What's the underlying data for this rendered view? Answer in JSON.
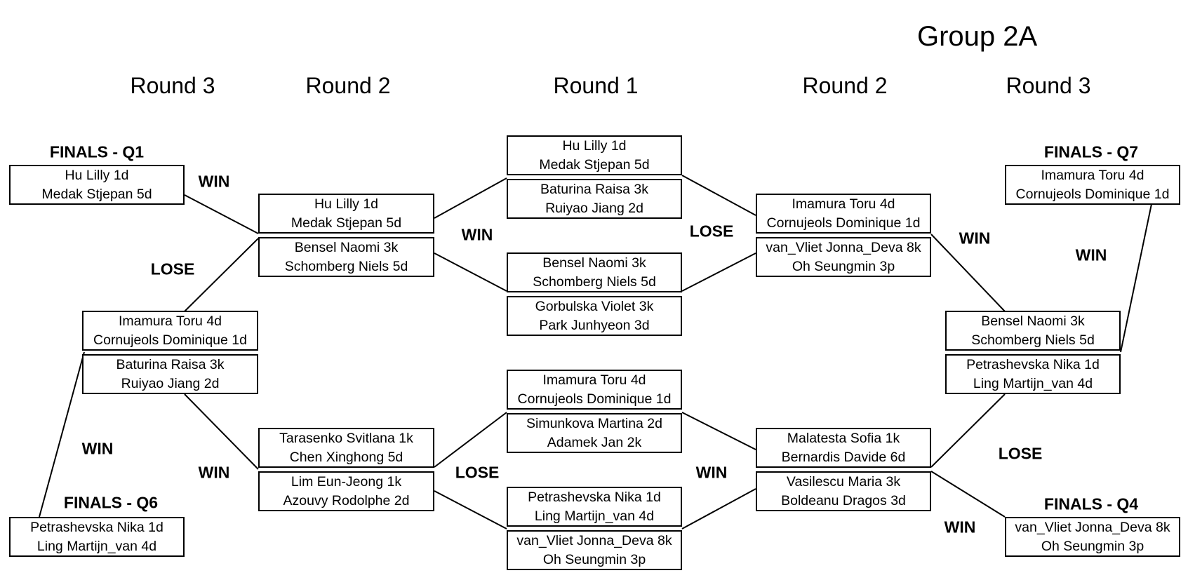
{
  "title": "Group 2A",
  "rounds": {
    "left_r3": "Round 3",
    "left_r2": "Round 2",
    "center_r1": "Round 1",
    "right_r2": "Round 2",
    "right_r3": "Round 3"
  },
  "finals": {
    "q1": "FINALS - Q1",
    "q6": "FINALS - Q6",
    "q7": "FINALS - Q7",
    "q4": "FINALS - Q4"
  },
  "results": {
    "win": "WIN",
    "lose": "LOSE"
  },
  "teams": {
    "f_q1": [
      "Hu Lilly 1d",
      "Medak Stjepan 5d"
    ],
    "f_q6": [
      "Petrashevska Nika 1d",
      "Ling Martijn_van 4d"
    ],
    "f_q7": [
      "Imamura Toru 4d",
      "Cornujeols Dominique 1d"
    ],
    "f_q4": [
      "van_Vliet Jonna_Deva 8k",
      "Oh Seungmin 3p"
    ],
    "l3_a": [
      "Imamura Toru 4d",
      "Cornujeols Dominique 1d"
    ],
    "l3_b": [
      "Baturina Raisa 3k",
      "Ruiyao Jiang 2d"
    ],
    "l2_a": [
      "Hu Lilly 1d",
      "Medak Stjepan 5d"
    ],
    "l2_b": [
      "Bensel Naomi 3k",
      "Schomberg Niels 5d"
    ],
    "l2_c": [
      "Tarasenko Svitlana 1k",
      "Chen Xinghong 5d"
    ],
    "l2_d": [
      "Lim Eun-Jeong 1k",
      "Azouvy Rodolphe 2d"
    ],
    "r1_1": [
      "Hu Lilly 1d",
      "Medak Stjepan 5d"
    ],
    "r1_2": [
      "Baturina Raisa 3k",
      "Ruiyao Jiang 2d"
    ],
    "r1_3": [
      "Bensel Naomi 3k",
      "Schomberg Niels 5d"
    ],
    "r1_4": [
      "Gorbulska Violet 3k",
      "Park Junhyeon 3d"
    ],
    "r1_5": [
      "Imamura Toru 4d",
      "Cornujeols Dominique 1d"
    ],
    "r1_6": [
      "Simunkova Martina 2d",
      "Adamek Jan 2k"
    ],
    "r1_7": [
      "Petrashevska Nika 1d",
      "Ling Martijn_van 4d"
    ],
    "r1_8": [
      "van_Vliet Jonna_Deva 8k",
      "Oh Seungmin 3p"
    ],
    "r2_a": [
      "Imamura Toru 4d",
      "Cornujeols Dominique 1d"
    ],
    "r2_b": [
      "van_Vliet Jonna_Deva 8k",
      "Oh Seungmin 3p"
    ],
    "r2_c": [
      "Malatesta Sofia 1k",
      "Bernardis Davide 6d"
    ],
    "r2_d": [
      "Vasilescu Maria 3k",
      "Boldeanu Dragos 3d"
    ],
    "r3_a": [
      "Bensel Naomi 3k",
      "Schomberg Niels 5d"
    ],
    "r3_b": [
      "Petrashevska Nika 1d",
      "Ling Martijn_van 4d"
    ]
  }
}
